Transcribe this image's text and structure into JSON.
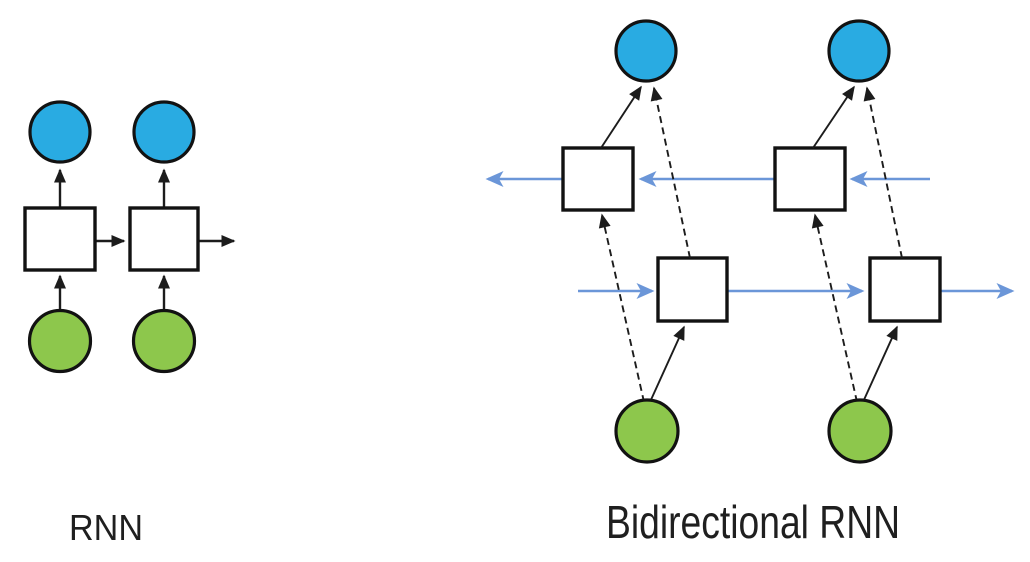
{
  "colors": {
    "background": "#ffffff",
    "output_node_fill": "#29abe2",
    "input_node_fill": "#8dc74c",
    "hidden_node_fill": "#ffffff",
    "node_stroke": "#121212",
    "black_arrow": "#1c1c1c",
    "blue_arrow": "#6b96d8",
    "label_text": "#1f1f1f"
  },
  "diagrams": {
    "rnn": {
      "label": "RNN",
      "timesteps": 2,
      "structure": {
        "bottom_row": "2 green circles (inputs)",
        "middle_row": "2 white squares (hidden states) chained left-to-right with black arrows",
        "top_row": "2 blue circles (outputs)",
        "edges": "each green circle points up into a square; each square points up into a blue circle; squares connect square-to-square rightward with a final arrow exiting right"
      }
    },
    "birnn": {
      "label": "Bidirectional RNN",
      "timesteps": 2,
      "structure": {
        "bottom_row": "2 green circles (inputs)",
        "forward_layer": "2 white squares on a blue left-to-right arrow line",
        "backward_layer": "2 white squares on a blue right-to-left arrow line",
        "top_row": "2 blue circles (outputs)",
        "edges": "each green circle sends a solid arrow to its forward square and a dashed arrow to its backward square; each blue circle receives a solid arrow from its backward square and a dashed arrow from its forward square"
      }
    }
  }
}
